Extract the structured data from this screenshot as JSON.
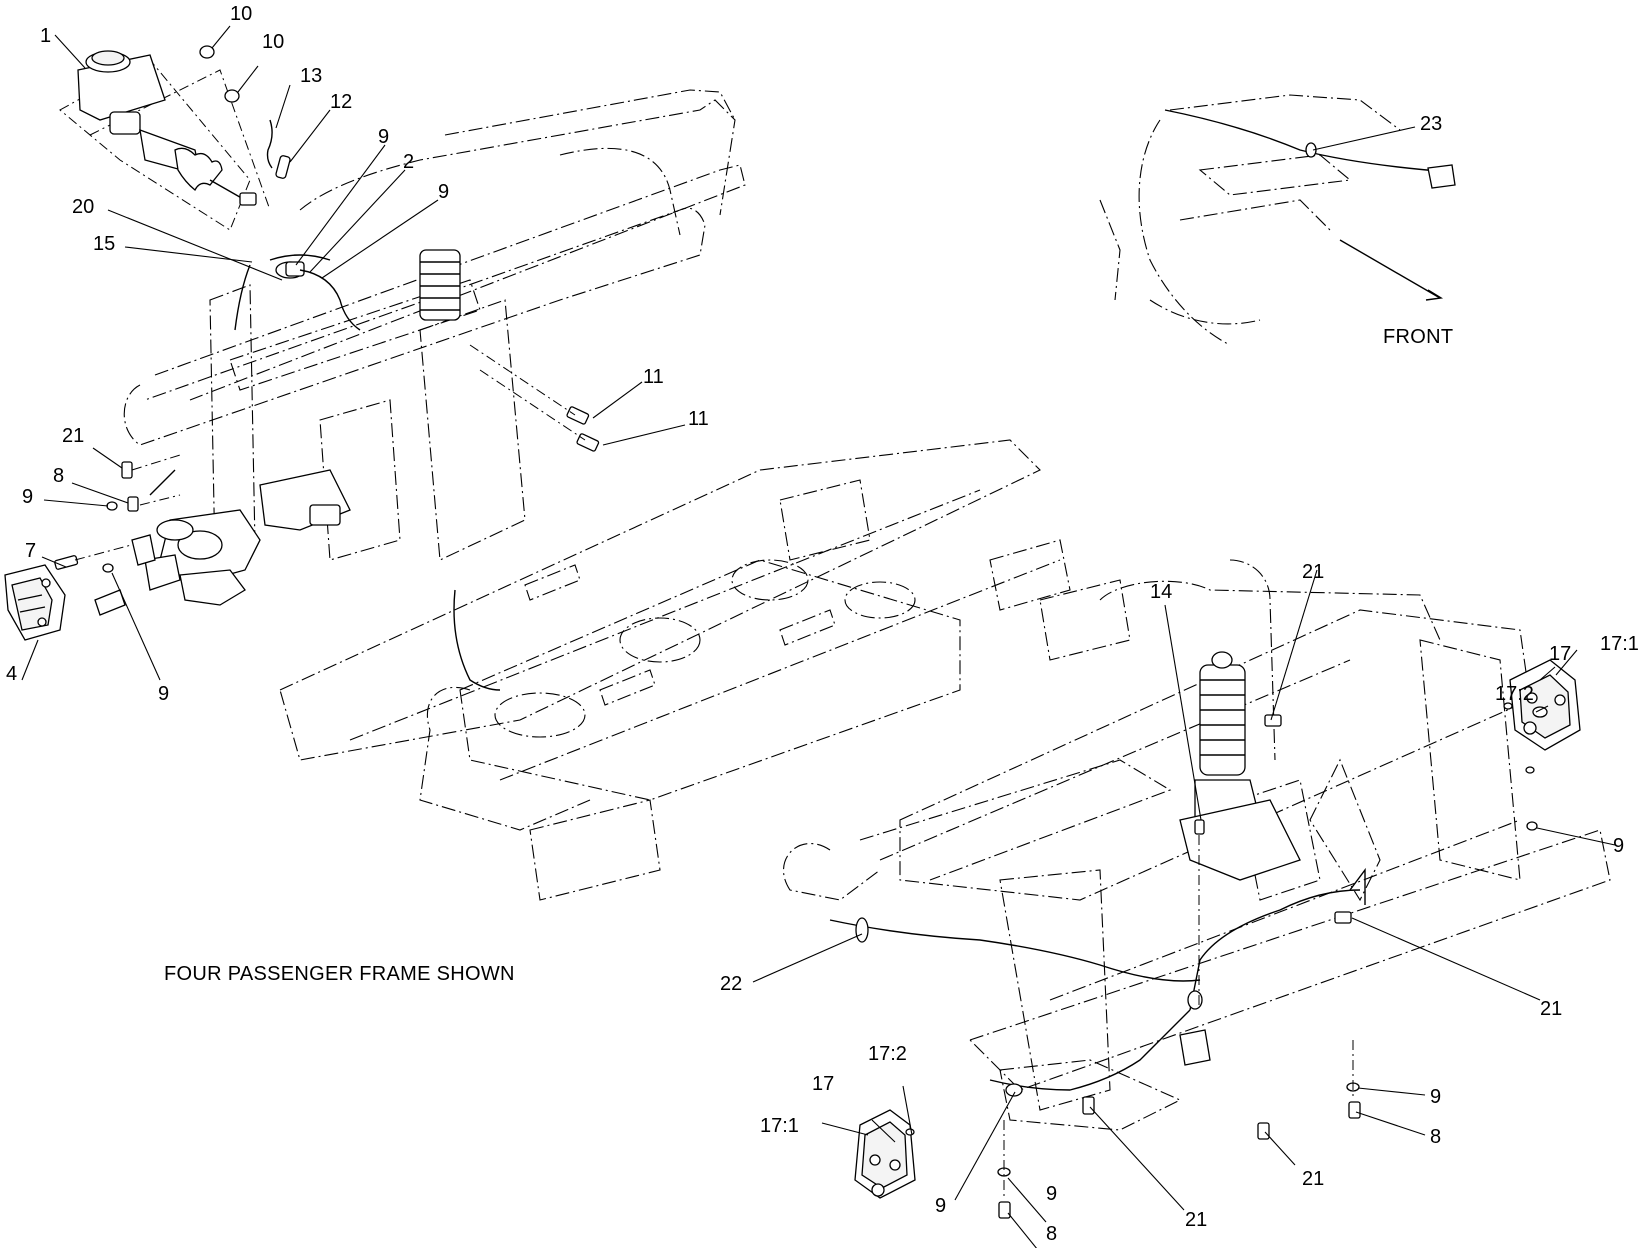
{
  "notes": {
    "front": "FRONT",
    "frame_shown": "FOUR PASSENGER FRAME SHOWN"
  },
  "callouts": {
    "c1": "1",
    "c10a": "10",
    "c10b": "10",
    "c13": "13",
    "c12": "12",
    "c9a": "9",
    "c2": "2",
    "c9b": "9",
    "c20": "20",
    "c15": "15",
    "c11a": "11",
    "c11b": "11",
    "c21a": "21",
    "c8a": "8",
    "c9c": "9",
    "c7": "7",
    "c4": "4",
    "c9d": "9",
    "c23": "23",
    "c14": "14",
    "c21b": "21",
    "c17r": "17",
    "c171r": "17:1",
    "c172r": "17:2",
    "c9e": "9",
    "c21c": "21",
    "c22": "22",
    "c172l": "17:2",
    "c17l": "17",
    "c171l": "17:1",
    "c9f": "9",
    "c9g": "9",
    "c8b": "8",
    "c21d": "21",
    "c21e": "21",
    "c9h": "9",
    "c8c": "8"
  }
}
